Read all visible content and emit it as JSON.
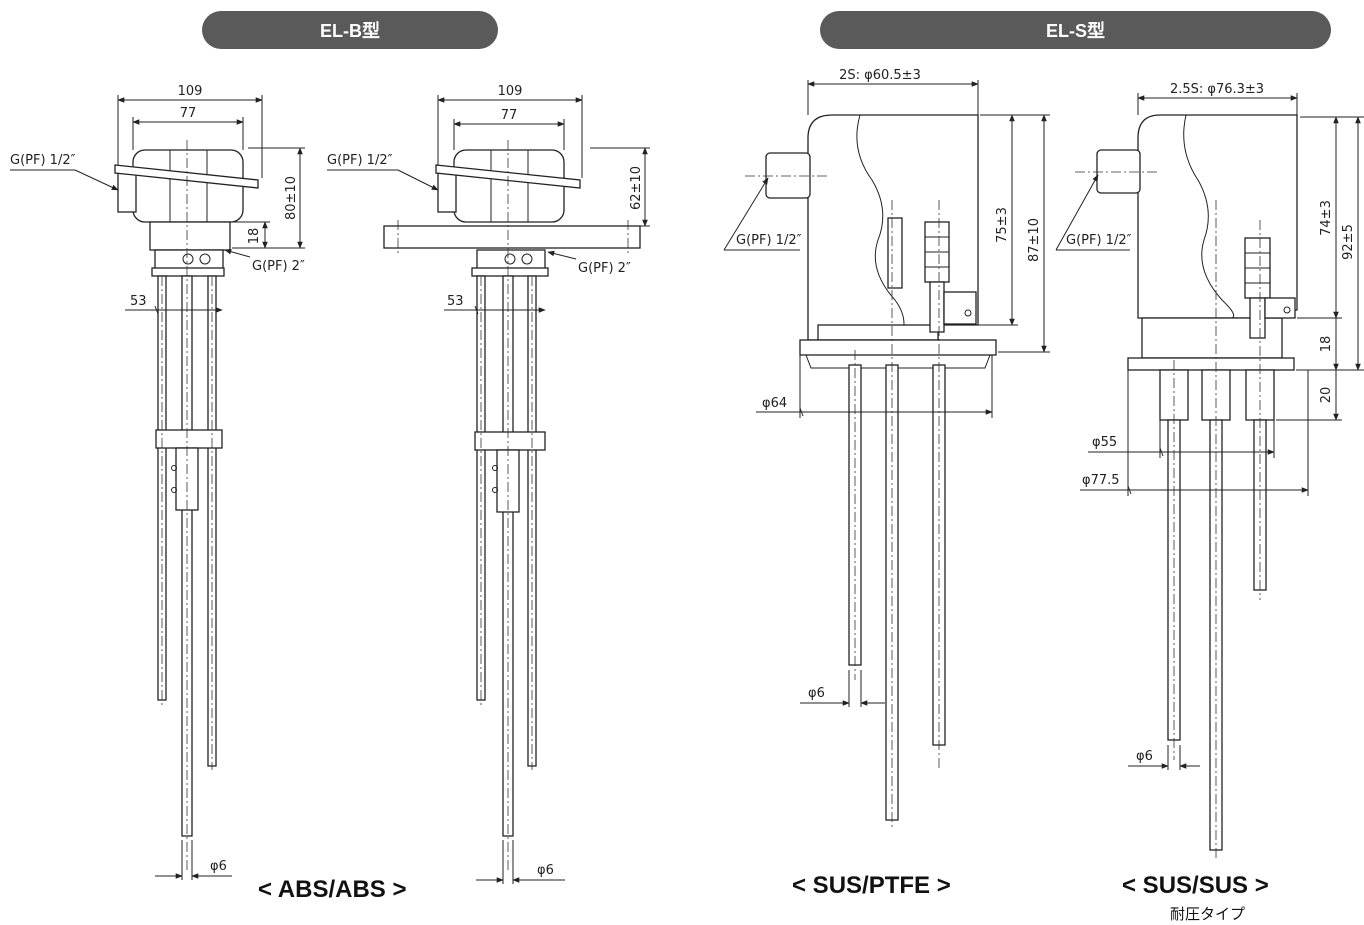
{
  "headers": {
    "elb": "EL-B型",
    "els": "EL-S型"
  },
  "captions": {
    "abs": "< ABS/ABS >",
    "sus_ptfe": "< SUS/PTFE >",
    "sus_sus": "< SUS/SUS >",
    "sus_sus_sub": "耐圧タイプ"
  },
  "dims": {
    "d109": "109",
    "d77": "77",
    "gpf12": "G(PF) 1/2″",
    "gpf2": "G(PF) 2″",
    "d80": "80±10",
    "d62": "62±10",
    "d18": "18",
    "d53": "53",
    "phi6": "φ6",
    "s2": "2S: φ60.5±3",
    "s25": "2.5S: φ76.3±3",
    "d75": "75±3",
    "d87": "87±10",
    "d74": "74±3",
    "d92": "92±5",
    "d20": "20",
    "phi64": "φ64",
    "phi55": "φ55",
    "phi775": "φ77.5"
  }
}
